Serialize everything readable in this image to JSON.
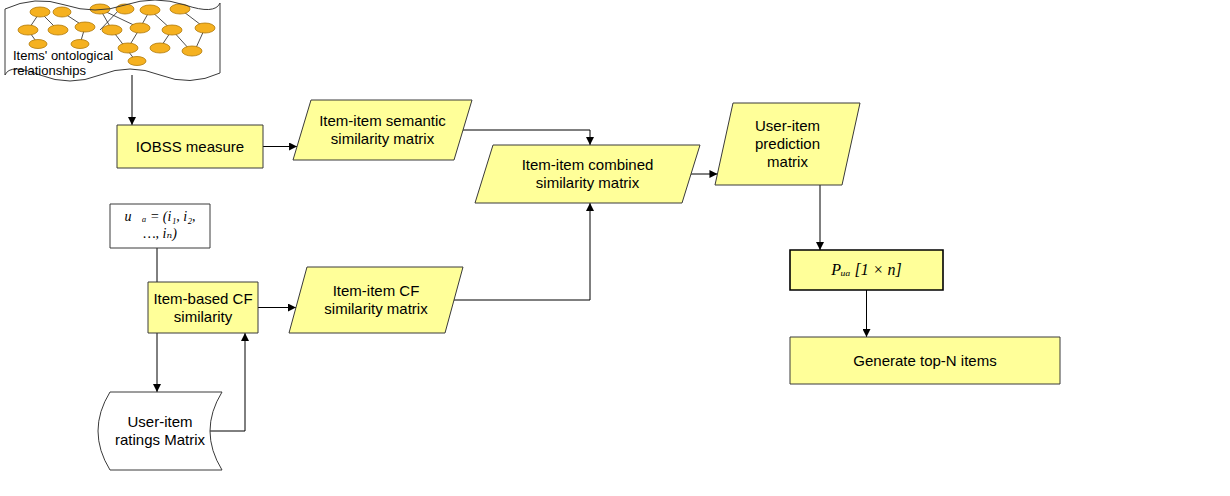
{
  "diagram": {
    "nodes": [
      {
        "text": [
          "Items' ontological relationships"
        ]
      },
      {
        "text": [
          "IOBSS measure"
        ]
      },
      {
        "text": [
          "Item-item semantic similarity matrix"
        ]
      },
      {
        "text": [
          "Item-item combined similarity matrix"
        ]
      },
      {
        "text": [
          "User-item prediction matrix"
        ]
      },
      {
        "text": [
          "u⃗ₐ = (i₁, i₂, …, iₙ)"
        ]
      },
      {
        "text": [
          "Item-based CF similarity"
        ]
      },
      {
        "text": [
          "Item-item CF similarity matrix"
        ]
      },
      {
        "text": [
          "User-item ratings Matrix"
        ]
      },
      {
        "text": [
          "Pᵤₐ [1 × n]"
        ]
      },
      {
        "text": [
          "Generate top-N items"
        ]
      }
    ],
    "edges": [
      {
        "from": 0,
        "to": 1,
        "arrow": "to"
      },
      {
        "from": 1,
        "to": 2,
        "arrow": "to"
      },
      {
        "from": 2,
        "to": 3,
        "arrow": "to"
      },
      {
        "from": 3,
        "to": 4,
        "arrow": "to"
      },
      {
        "from": 5,
        "to": 8,
        "arrow": "to"
      },
      {
        "from": 8,
        "to": 6,
        "arrow": "to"
      },
      {
        "from": 6,
        "to": 7,
        "arrow": "to"
      },
      {
        "from": 7,
        "to": 3,
        "arrow": "to"
      },
      {
        "from": 4,
        "to": 9,
        "arrow": "to"
      },
      {
        "from": 9,
        "to": 10,
        "arrow": "to"
      }
    ]
  }
}
